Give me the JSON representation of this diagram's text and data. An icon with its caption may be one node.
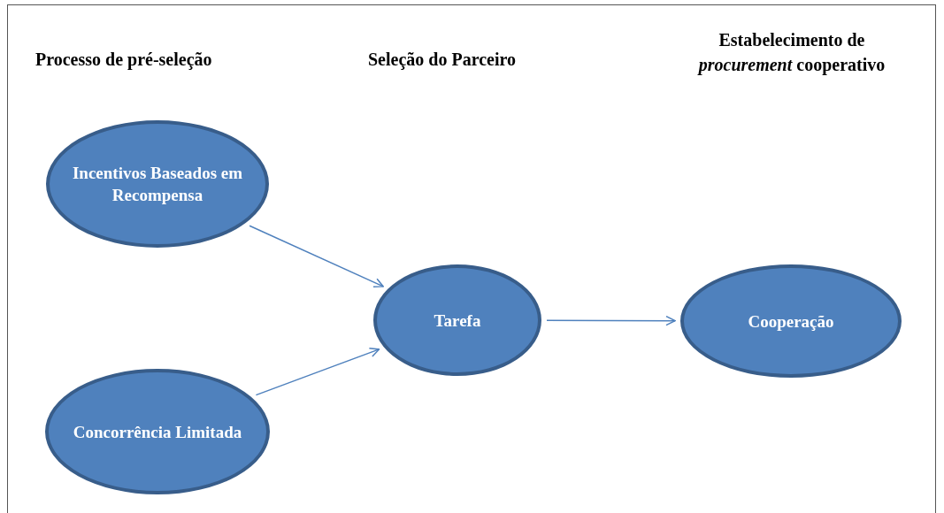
{
  "diagram": {
    "nodes": [
      {
        "text": [
          "Incentivos Baseados em Recompensa"
        ]
      },
      {
        "text": [
          "Concorrência Limitada"
        ]
      },
      {
        "text": [
          "Tarefa"
        ]
      },
      {
        "text": [
          "Cooperação"
        ]
      }
    ],
    "edges": [
      {
        "from": 0,
        "to": 2,
        "arrow": "to"
      },
      {
        "from": 1,
        "to": 2,
        "arrow": "to"
      },
      {
        "from": 2,
        "to": 3,
        "arrow": "to"
      }
    ],
    "labels": [
      "Processo de pré-seleção",
      "Seleção do Parceiro",
      "Estabelecimento de *procurement* cooperativo"
    ]
  }
}
